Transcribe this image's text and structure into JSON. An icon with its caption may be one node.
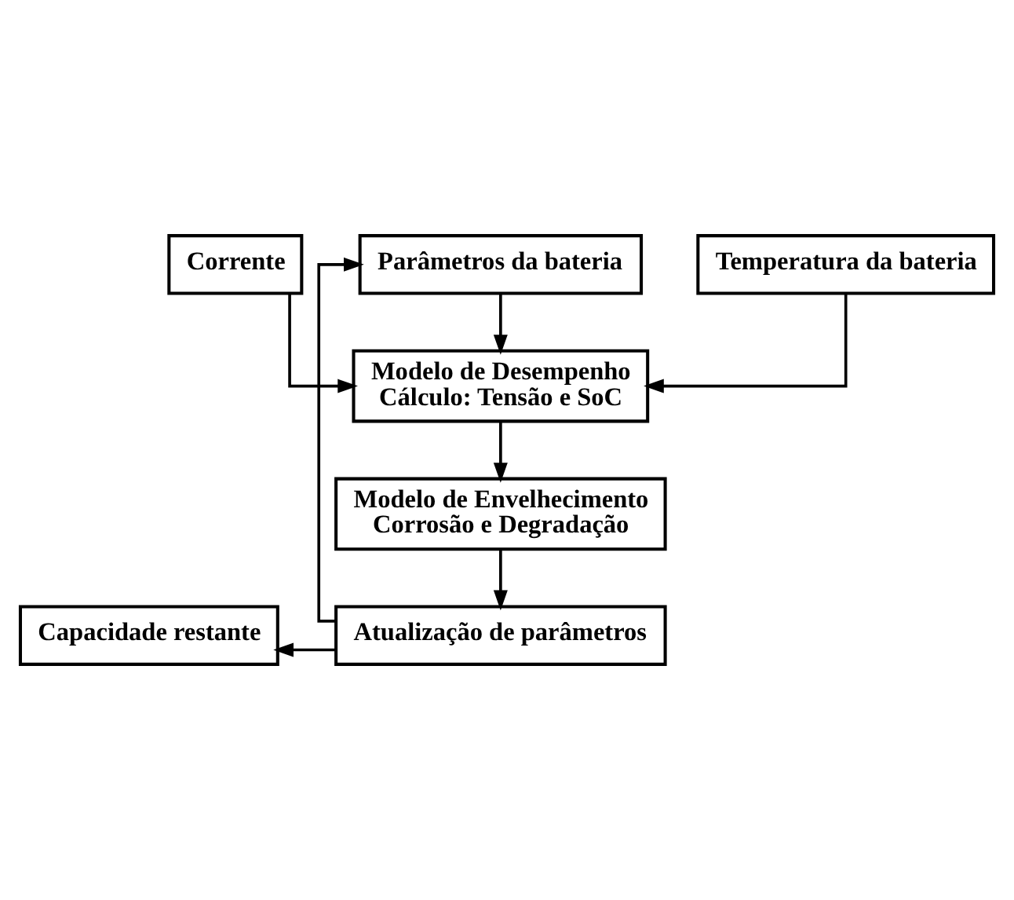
{
  "diagram": {
    "nodes": [
      {
        "text": [
          "Corrente"
        ]
      },
      {
        "text": [
          "Temperatura da bateria"
        ]
      },
      {
        "text": [
          "Parâmetros da bateria"
        ]
      },
      {
        "text": [
          "Modelo de Desempenho",
          "Cálculo: Tensão e SoC"
        ]
      },
      {
        "text": [
          "Modelo de Envelhecimento",
          "Corrosão e Degradação"
        ]
      },
      {
        "text": [
          "Capacidade restante"
        ]
      },
      {
        "text": [
          "Atualização de parâmetros"
        ]
      }
    ],
    "edges": [
      {
        "from": 0,
        "to": 3,
        "arrow": "to"
      },
      {
        "from": 1,
        "to": 3,
        "arrow": "to"
      },
      {
        "from": 2,
        "to": 3,
        "arrow": "to"
      },
      {
        "from": 3,
        "to": 4,
        "arrow": "to"
      },
      {
        "from": 4,
        "to": 6,
        "arrow": "to"
      },
      {
        "from": 6,
        "to": 5,
        "arrow": "to"
      },
      {
        "from": 6,
        "to": 2,
        "arrow": "to"
      }
    ]
  }
}
